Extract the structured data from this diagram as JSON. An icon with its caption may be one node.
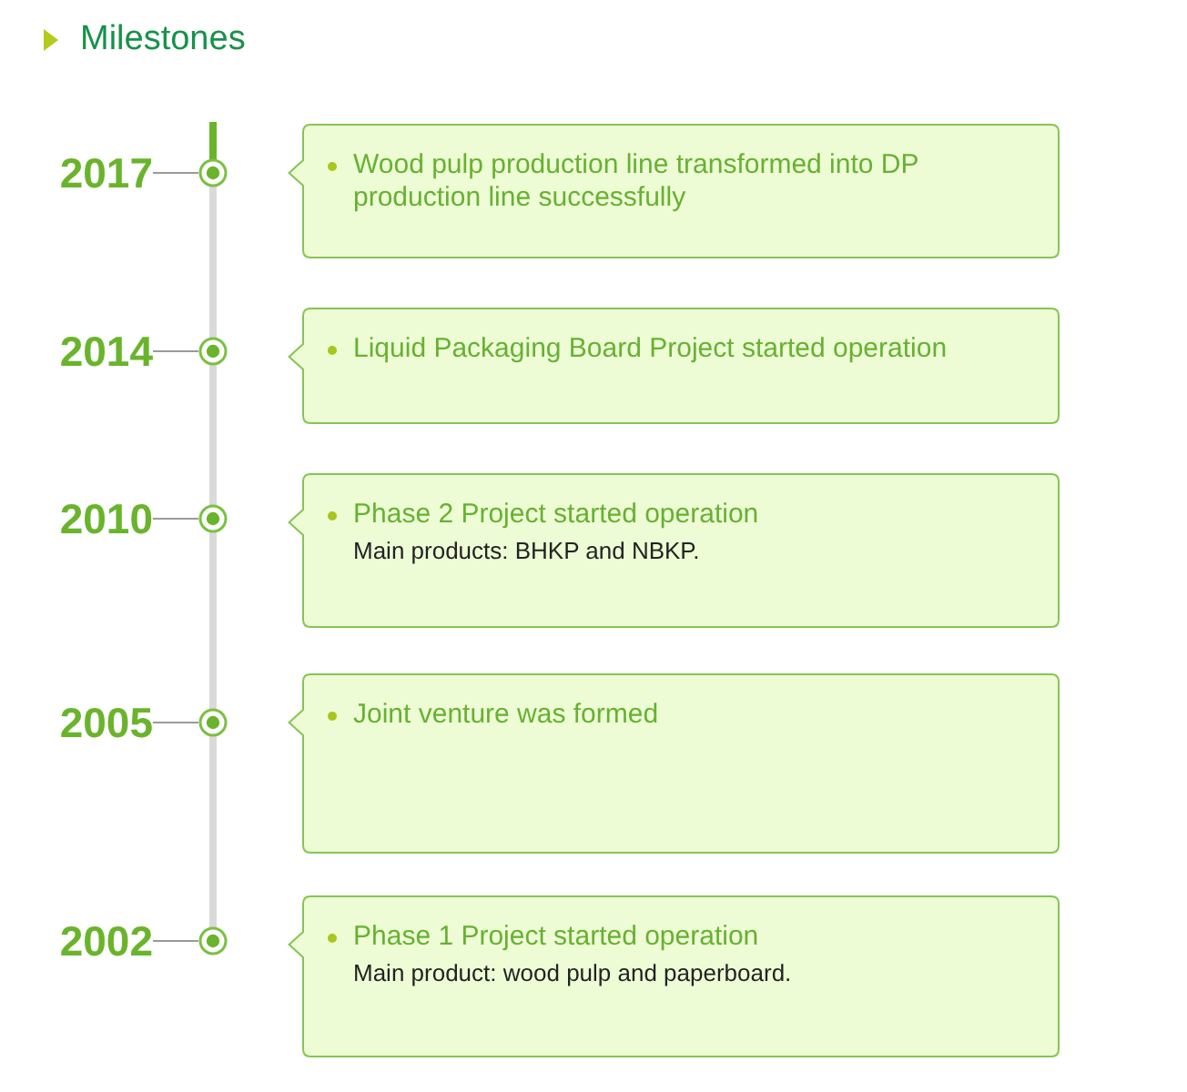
{
  "diagram": {
    "title": "Milestones",
    "nodes": [
      {
        "text": [
          "2017"
        ]
      },
      {
        "text": [],
        "shape": "circle"
      },
      {
        "text": [
          "Wood pulp production line transformed into DP production line successfully"
        ]
      },
      {
        "text": [
          "2014"
        ]
      },
      {
        "text": [],
        "shape": "circle"
      },
      {
        "text": [
          "Liquid Packaging Board Project started operation"
        ]
      },
      {
        "text": [
          "2010"
        ]
      },
      {
        "text": [],
        "shape": "circle"
      },
      {
        "text": [
          "Phase 2 Project started operation",
          "Main products: BHKP and NBKP."
        ]
      },
      {
        "text": [
          "2005"
        ]
      },
      {
        "text": [],
        "shape": "circle"
      },
      {
        "text": [
          "Joint venture was formed"
        ]
      },
      {
        "text": [
          "2002"
        ]
      },
      {
        "text": [],
        "shape": "circle"
      },
      {
        "text": [
          "Phase 1 Project started operation",
          "Main product: wood pulp and paperboard."
        ]
      }
    ],
    "edges": [
      {
        "from": 0,
        "to": 1,
        "arrow": "none"
      },
      {
        "from": 3,
        "to": 4,
        "arrow": "none"
      },
      {
        "from": 6,
        "to": 7,
        "arrow": "none"
      },
      {
        "from": 9,
        "to": 10,
        "arrow": "none"
      },
      {
        "from": 12,
        "to": 13,
        "arrow": "none"
      }
    ]
  }
}
